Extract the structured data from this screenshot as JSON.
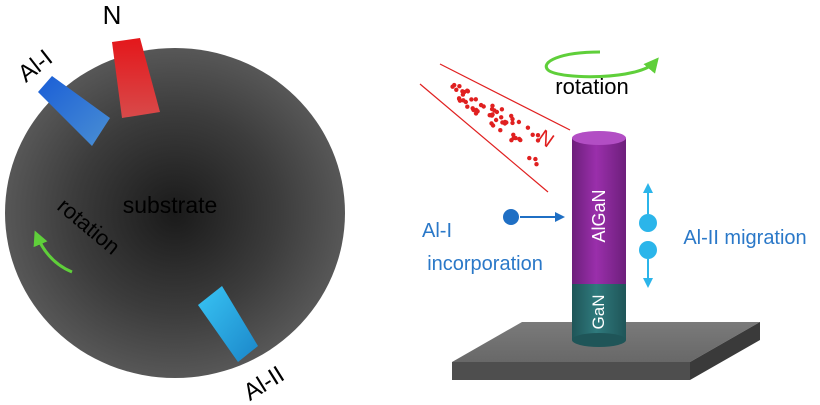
{
  "left_panel": {
    "substrate_label": "substrate",
    "rotation_label": "rotation",
    "source_n_label": "N",
    "source_al1_label": "Al-I",
    "source_al2_label": "Al-II"
  },
  "right_panel": {
    "rotation_label": "rotation",
    "n_flux_label": "N",
    "algan_label": "AlGaN",
    "gan_label": "GaN",
    "al1_label_line1": "Al-I",
    "al1_label_line2": "incorporation",
    "al2_label": "Al-II migration"
  },
  "colors": {
    "substrate_edge": "#5a5a5a",
    "substrate_center": "#1e1e1e",
    "nitrogen_red": "#e02020",
    "aluminum_blue": "#1f7fd4",
    "aluminum_cyan": "#2bb5ea",
    "rotation_green": "#5fcf3a",
    "algan_purple": "#8a2a9a",
    "gan_teal": "#2a6b6e",
    "label_blue": "#2a78c8"
  }
}
